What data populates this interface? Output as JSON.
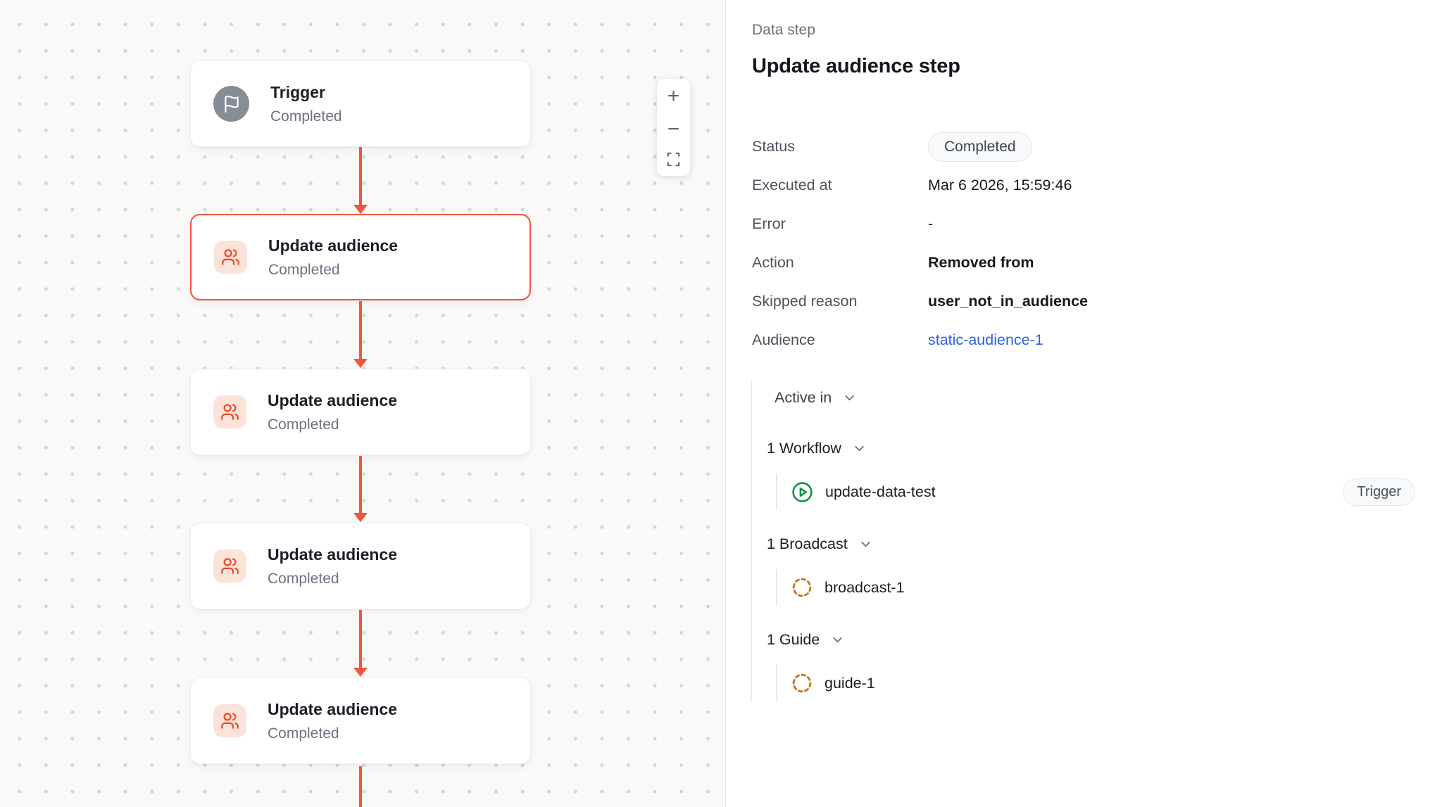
{
  "canvas": {
    "nodes": [
      {
        "title": "Trigger",
        "status": "Completed",
        "icon": "flag-icon",
        "selected": false
      },
      {
        "title": "Update audience",
        "status": "Completed",
        "icon": "users-icon",
        "selected": true
      },
      {
        "title": "Update audience",
        "status": "Completed",
        "icon": "users-icon",
        "selected": false
      },
      {
        "title": "Update audience",
        "status": "Completed",
        "icon": "users-icon",
        "selected": false
      },
      {
        "title": "Update audience",
        "status": "Completed",
        "icon": "users-icon",
        "selected": false
      }
    ],
    "zoom_controls": {
      "zoom_in": "+",
      "zoom_out": "−",
      "fit_view_icon": "fit-view-icon"
    }
  },
  "panel": {
    "eyebrow": "Data step",
    "title": "Update audience step",
    "details": [
      {
        "label": "Status",
        "value": "Completed",
        "type": "badge"
      },
      {
        "label": "Executed at",
        "value": "Mar 6 2026, 15:59:46",
        "type": "text"
      },
      {
        "label": "Error",
        "value": "-",
        "type": "text"
      },
      {
        "label": "Action",
        "value": "Removed from",
        "type": "strong"
      },
      {
        "label": "Skipped reason",
        "value": "user_not_in_audience",
        "type": "strong"
      },
      {
        "label": "Audience",
        "value": "static-audience-1",
        "type": "link"
      }
    ],
    "active_in": {
      "label": "Active in",
      "groups": [
        {
          "label": "1 Workflow",
          "item": {
            "name": "update-data-test",
            "icon": "play-circle-icon",
            "badge": "Trigger"
          }
        },
        {
          "label": "1 Broadcast",
          "item": {
            "name": "broadcast-1",
            "icon": "dashed-circle-icon",
            "badge": ""
          }
        },
        {
          "label": "1 Guide",
          "item": {
            "name": "guide-1",
            "icon": "dashed-circle-icon",
            "badge": ""
          }
        }
      ]
    }
  },
  "colors": {
    "accent_red": "#F1553B",
    "icon_red": "#EE4B26",
    "icon_red_bg": "#FBE3DA",
    "trigger_gray": "#868D96",
    "workflow_green": "#12934B",
    "dashed_amber": "#C8761A",
    "link_blue": "#2B63E8",
    "canvas_bg": "#FAF9F7"
  }
}
